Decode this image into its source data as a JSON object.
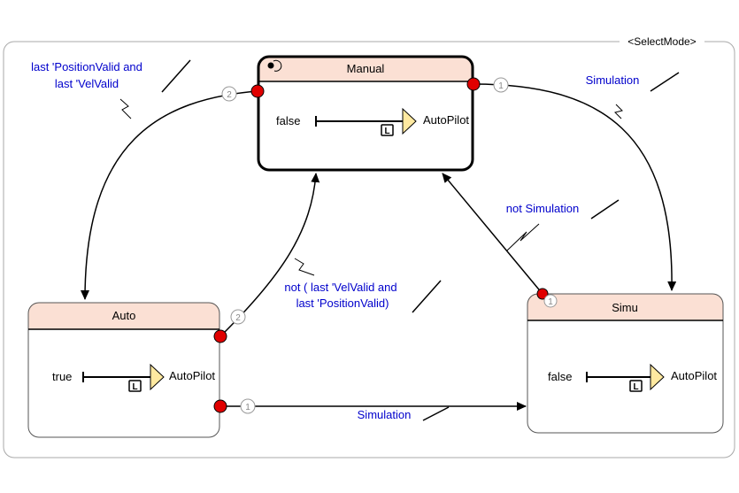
{
  "mode": {
    "label": "<SelectMode>"
  },
  "states": {
    "manual": {
      "title": "Manual",
      "value": "false",
      "output": "AutoPilot",
      "badge": "L"
    },
    "auto": {
      "title": "Auto",
      "value": "true",
      "output": "AutoPilot",
      "badge": "L"
    },
    "simu": {
      "title": "Simu",
      "value": "false",
      "output": "AutoPilot",
      "badge": "L"
    }
  },
  "transitions": {
    "manual_to_auto": {
      "line1": "last 'PositionValid and",
      "line2": "last 'VelValid",
      "priority": "2"
    },
    "manual_to_simu": {
      "line1": "Simulation",
      "priority": "1"
    },
    "simu_to_manual": {
      "line1": "not Simulation",
      "priority": "1"
    },
    "auto_to_manual": {
      "line1": "not ( last 'VelValid and",
      "line2": "last 'PositionValid)",
      "priority": "2"
    },
    "auto_to_simu": {
      "line1": "Simulation",
      "priority": "1"
    }
  },
  "colors": {
    "state_header": "#fbe0d4",
    "transition_label": "#0000cc",
    "port": "#e00000",
    "output_triangle": "#ffe9a0"
  }
}
